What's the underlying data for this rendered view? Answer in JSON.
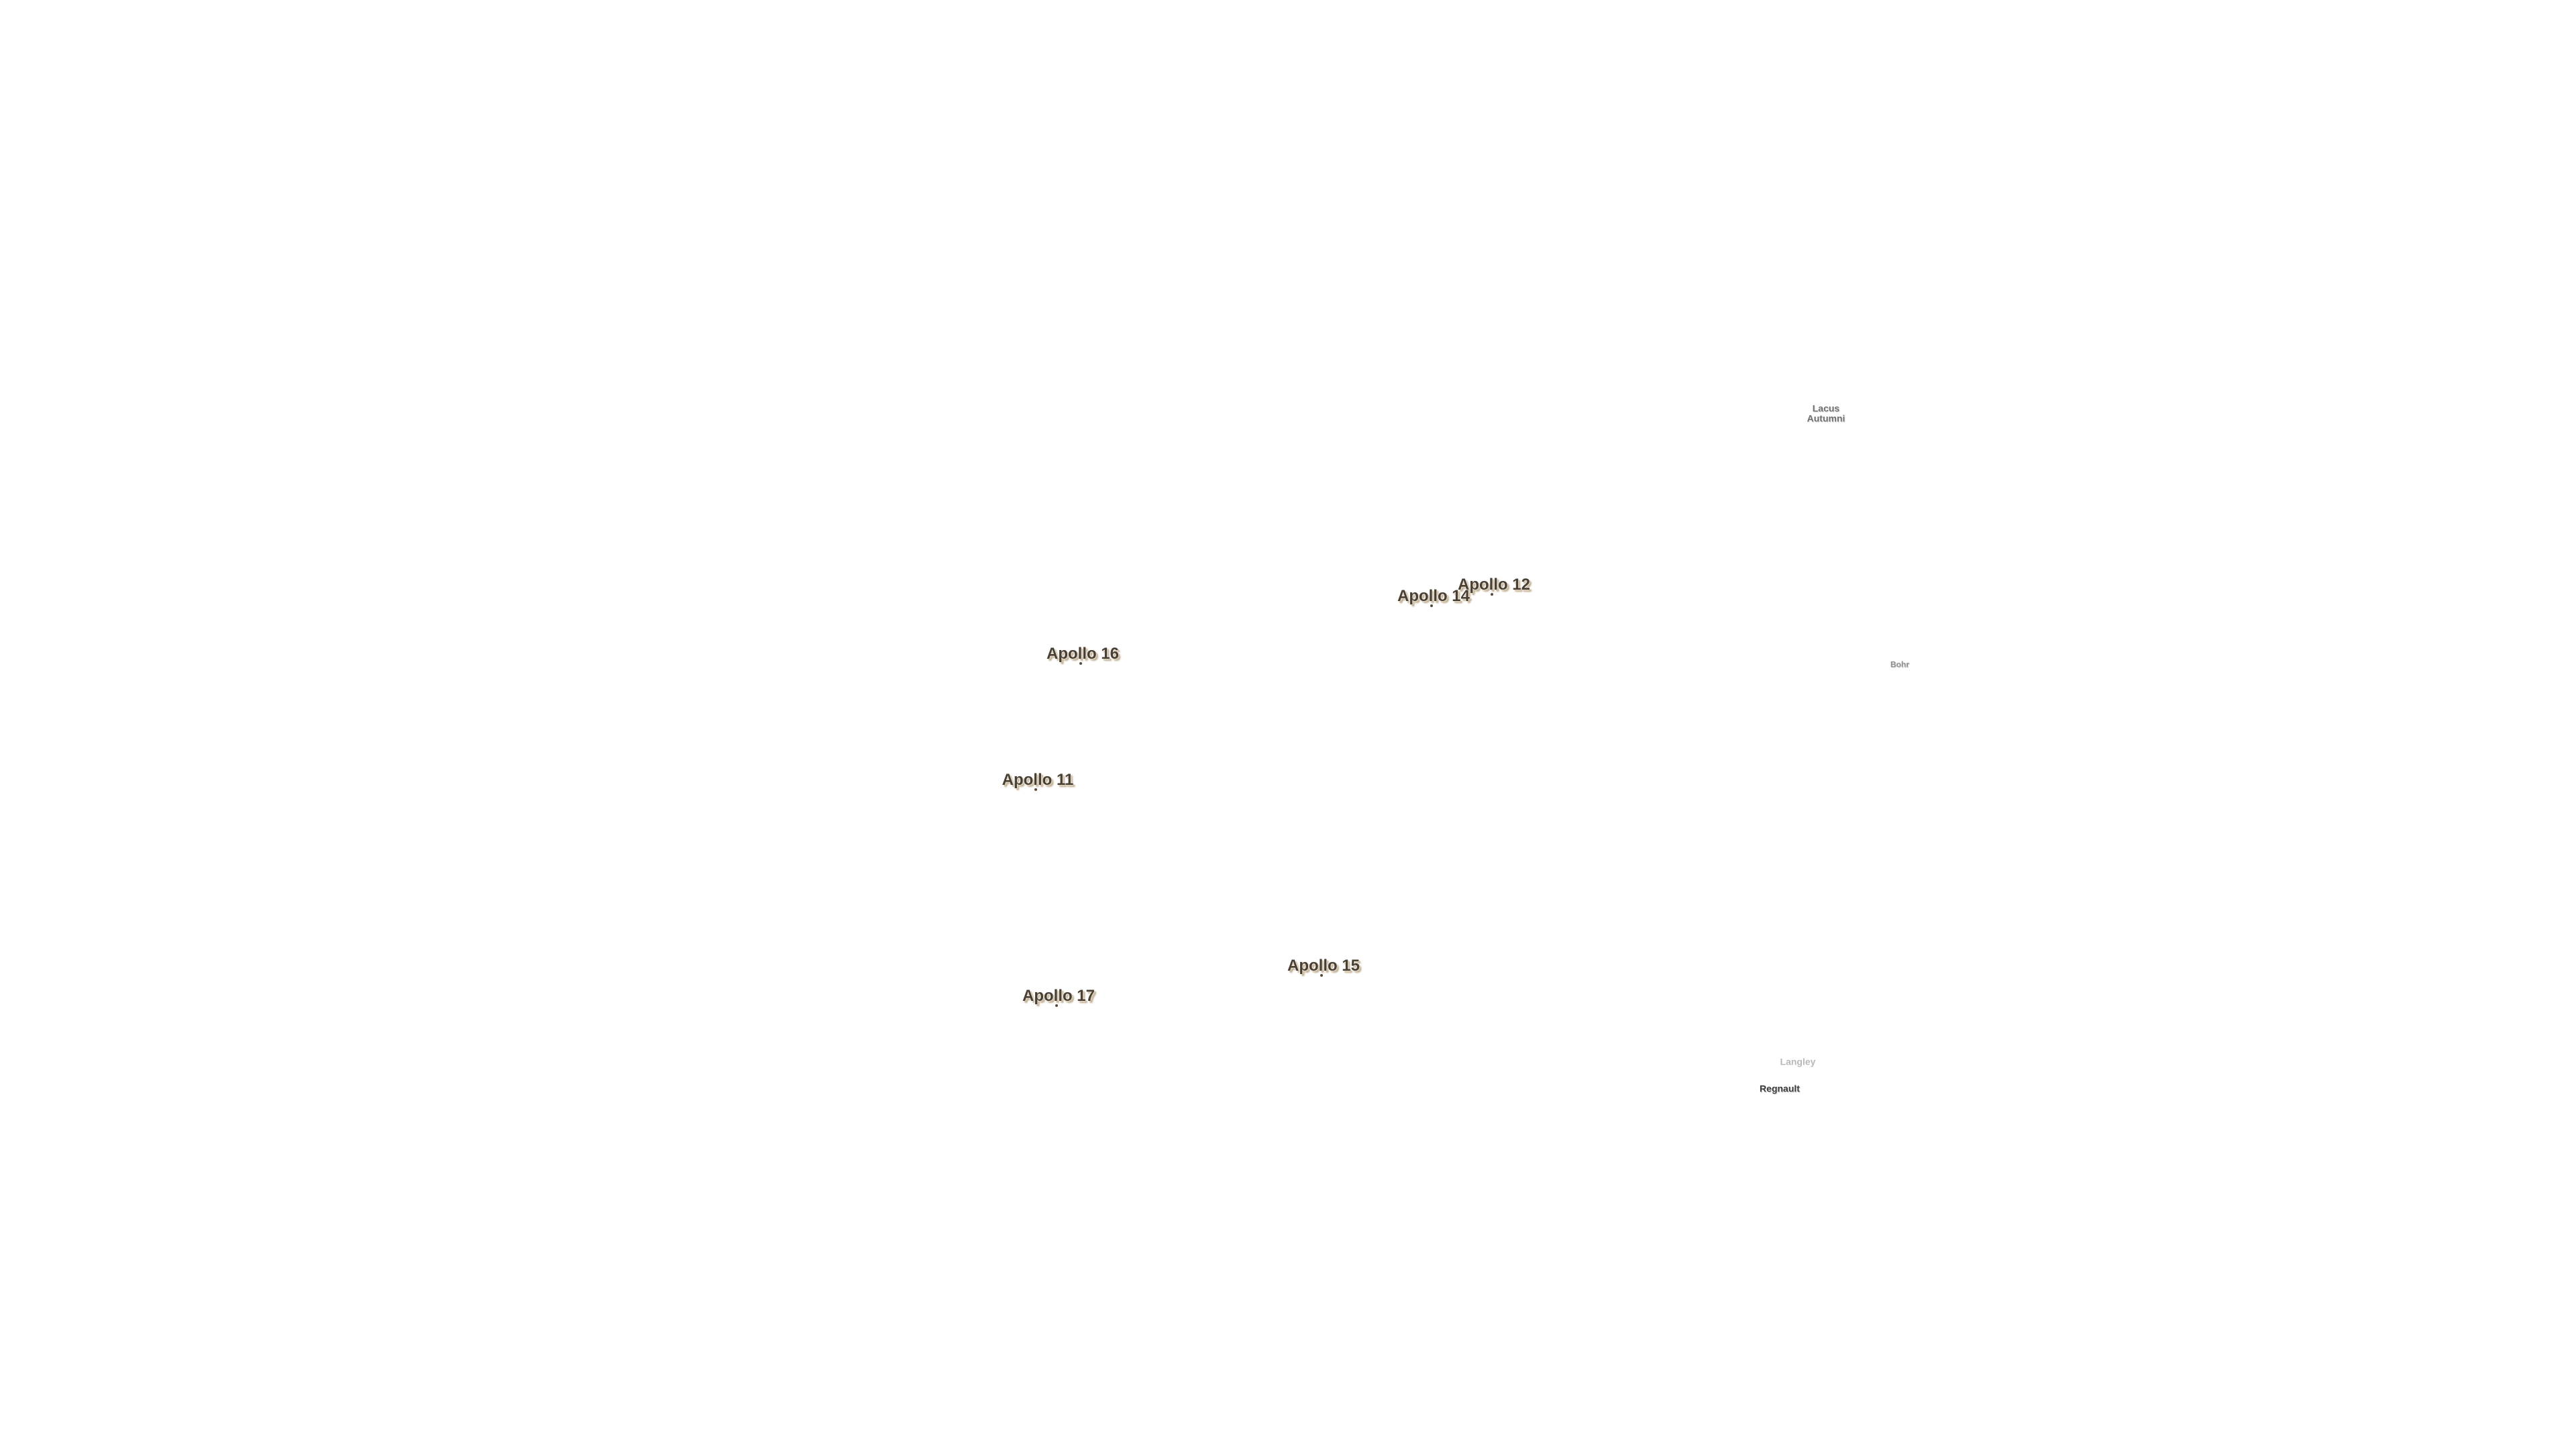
{
  "map": {
    "landing_sites": [
      {
        "id": "apollo-12",
        "label": "Apollo 12"
      },
      {
        "id": "apollo-14",
        "label": "Apollo 14"
      },
      {
        "id": "apollo-16",
        "label": "Apollo 16"
      },
      {
        "id": "apollo-11",
        "label": "Apollo 11"
      },
      {
        "id": "apollo-15",
        "label": "Apollo 15"
      },
      {
        "id": "apollo-17",
        "label": "Apollo 17"
      }
    ],
    "features": [
      {
        "id": "lacus-autumni",
        "label_line1": "Lacus",
        "label_line2": "Autumni"
      },
      {
        "id": "bohr",
        "label": "Bohr"
      },
      {
        "id": "langley",
        "label": "Langley"
      },
      {
        "id": "regnault",
        "label": "Regnault"
      }
    ],
    "colors": {
      "background": "#ffffff",
      "landing_site_text": "#4a3f33",
      "landing_site_shadow": "#c9b79a",
      "feature_text": "#6f6f6f"
    }
  }
}
